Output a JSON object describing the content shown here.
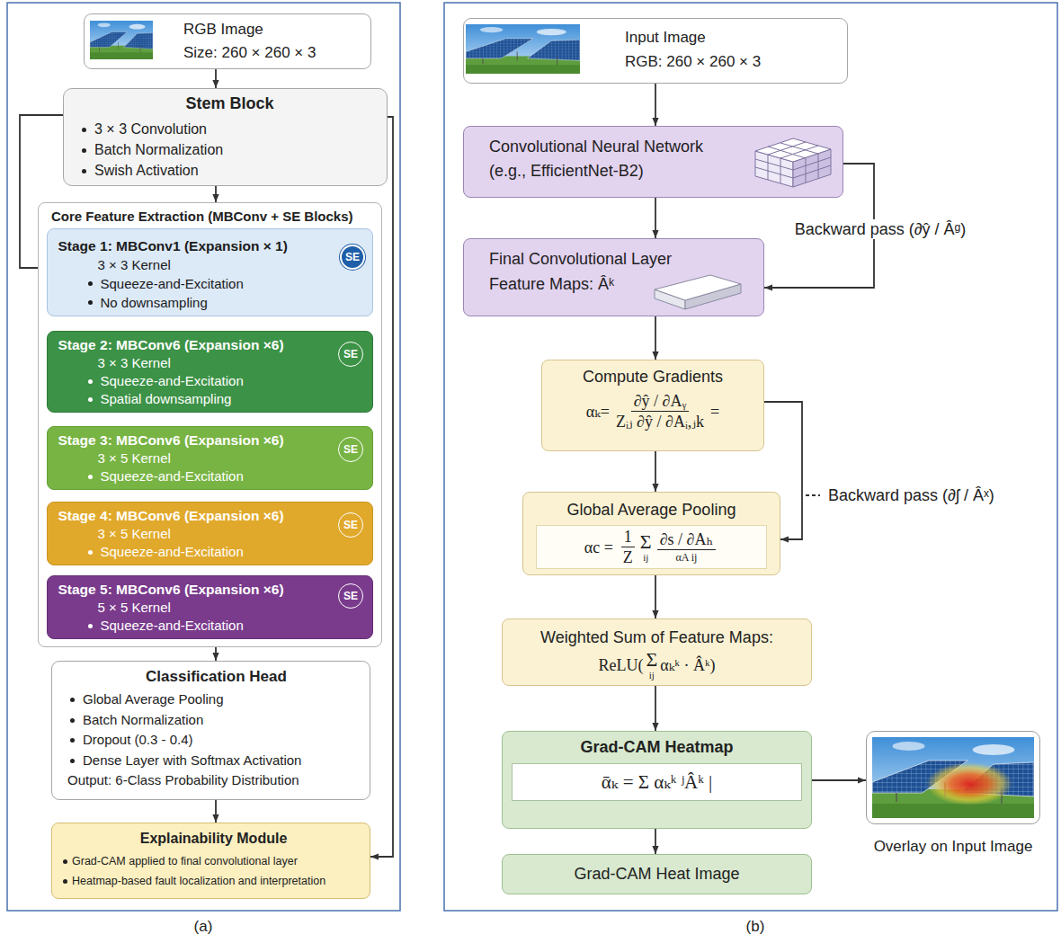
{
  "diagram": {
    "nodes": [
      {
        "text": [
          "RGB Image",
          "Size: 260 × 260 × 3"
        ]
      },
      {
        "text": [
          "Stem Block",
          "3 × 3 Convolution",
          "Batch Normalization",
          "Swish Activation"
        ]
      },
      {
        "text": [
          "Core Feature Extraction (MBConv + SE Blocks)"
        ]
      },
      {
        "text": [
          "Stage 1: MBConv1 (Expansion × 1)",
          "3 × 3 Kernel",
          "Squeeze-and-Excitation",
          "No downsampling"
        ],
        "in": 2
      },
      {
        "text": [
          "SE"
        ],
        "in": 3
      },
      {
        "text": [
          "Stage 2: MBConv6 (Expansion ×6)",
          "3 × 3 Kernel",
          "Squeeze-and-Excitation",
          "Spatial downsampling"
        ],
        "in": 2
      },
      {
        "text": [
          "SE"
        ],
        "in": 5
      },
      {
        "text": [
          "Stage 3: MBConv6 (Expansion ×6)",
          "3 × 5 Kernel",
          "Squeeze-and-Excitation"
        ],
        "in": 2
      },
      {
        "text": [
          "SE"
        ],
        "in": 7
      },
      {
        "text": [
          "Stage 4: MBConv6 (Expansion ×6)",
          "3 × 5 Kernel",
          "Squeeze-and-Excitation"
        ],
        "in": 2
      },
      {
        "text": [
          "SE"
        ],
        "in": 9
      },
      {
        "text": [
          "Stage 5: MBConv6 (Expansion ×6)",
          "5 × 5 Kernel",
          "Squeeze-and-Excitation"
        ],
        "in": 2
      },
      {
        "text": [
          "SE"
        ],
        "in": 11
      },
      {
        "text": [
          "Classification Head",
          "Global Average Pooling",
          "Batch Normalization",
          "Dropout (0.3 - 0.4)",
          "Dense Layer with Softmax Activation",
          "Output: 6-Class Probability Distribution"
        ]
      },
      {
        "text": [
          "Explainability Module",
          "Grad-CAM applied to final convolutional layer",
          "Heatmap-based fault localization and interpretation"
        ]
      },
      {
        "text": [
          "Input Image",
          "RGB: 260 × 260 × 3"
        ]
      },
      {
        "text": [
          "Convolutional Neural Network (e.g., EfficientNet-B2)"
        ]
      },
      {
        "text": [
          "Final Convolutional Layer Feature Maps: Âᵏ"
        ]
      },
      {
        "text": [
          "Compute Gradients",
          "αₖ=",
          "∂ŷ / ∂Aᵧ",
          "Zᵢⱼ ∂ŷ / ∂Aᵢ,ⱼk",
          "="
        ]
      },
      {
        "text": [
          "Global Average Pooling",
          "αc =",
          "1",
          "Z",
          "Σ",
          "ij",
          "∂s / ∂Aₕ",
          "αA ij"
        ]
      },
      {
        "text": [
          "Weighted Sum of Feature Maps:",
          "ReLU(",
          "Σ",
          "ij",
          "αₖᵏ · Âᵏ)"
        ]
      },
      {
        "text": [
          "Grad-CAM Heatmap",
          "ᾱₖ = Σ αₖᵏ ʲÂᵏ |"
        ]
      },
      {
        "text": [
          "Overlay on Input Image"
        ]
      },
      {
        "text": [
          "Grad-CAM Heat Image"
        ]
      }
    ],
    "edges": [
      {
        "from": 0,
        "to": 1,
        "arrow": "to"
      },
      {
        "from": 1,
        "to": 3,
        "arrow": "to"
      },
      {
        "from": 1,
        "to": 2,
        "arrow": "to"
      },
      {
        "from": 1,
        "to": 14,
        "arrow": "to"
      },
      {
        "from": 3,
        "to": 5,
        "arrow": "to"
      },
      {
        "from": 5,
        "to": 7,
        "arrow": "to"
      },
      {
        "from": 7,
        "to": 9,
        "arrow": "to"
      },
      {
        "from": 9,
        "to": 11,
        "arrow": "to"
      },
      {
        "from": 2,
        "to": 13,
        "arrow": "to"
      },
      {
        "from": 13,
        "to": 14,
        "arrow": "to"
      },
      {
        "from": 15,
        "to": 16,
        "arrow": "to"
      },
      {
        "from": 16,
        "to": 17,
        "arrow": "to"
      },
      {
        "from": 16,
        "to": 17,
        "label": "Backward pass (∂ŷ / Âᶢ)",
        "arrow": "to"
      },
      {
        "from": 17,
        "to": 18,
        "arrow": "to"
      },
      {
        "from": 18,
        "to": 19,
        "arrow": "to"
      },
      {
        "from": 18,
        "to": 19,
        "label": "Backward pass (∂ʃ / Âˣ)",
        "arrow": "to"
      },
      {
        "from": 19,
        "to": 20,
        "arrow": "to"
      },
      {
        "from": 20,
        "to": 21,
        "arrow": "to"
      },
      {
        "from": 21,
        "to": 22,
        "arrow": "to"
      },
      {
        "from": 21,
        "to": 23,
        "arrow": "to"
      }
    ],
    "labels": [
      "(a)",
      "(b)"
    ]
  }
}
